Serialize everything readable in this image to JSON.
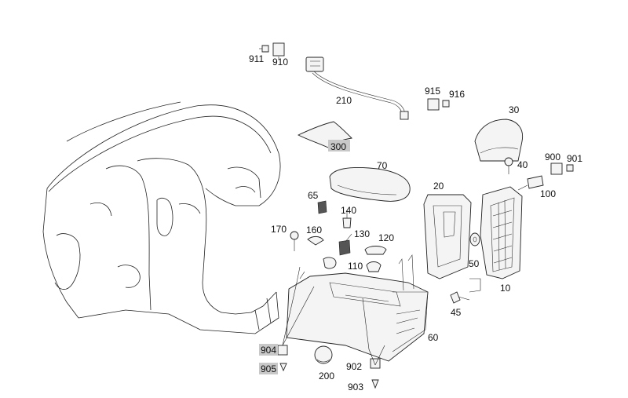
{
  "labels": {
    "p911": "911",
    "p910": "910",
    "p210": "210",
    "p915": "915",
    "p916": "916",
    "p30": "30",
    "p300": "300",
    "p70": "70",
    "p900": "900",
    "p901": "901",
    "p40": "40",
    "p20": "20",
    "p100": "100",
    "p65": "65",
    "p140": "140",
    "p170": "170",
    "p160": "160",
    "p130": "130",
    "p120": "120",
    "p110": "110",
    "p50": "50",
    "p10": "10",
    "p45": "45",
    "p60": "60",
    "p904": "904",
    "p905": "905",
    "p200": "200",
    "p902": "902",
    "p903": "903"
  },
  "highlighted_parts": [
    "300",
    "904",
    "905"
  ],
  "colors": {
    "highlight": "#c8c8c8",
    "line": "#222222"
  }
}
